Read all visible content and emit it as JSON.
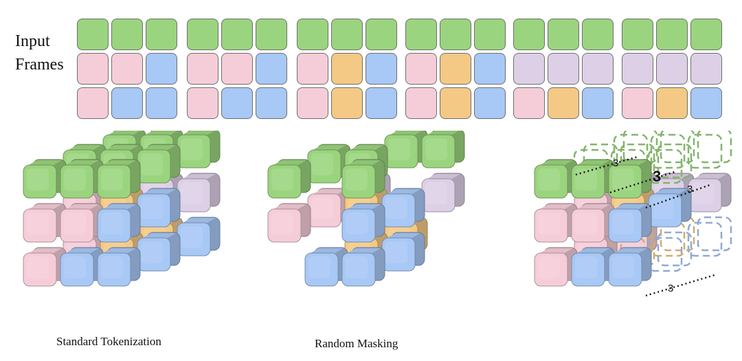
{
  "labels": {
    "line1": "Input",
    "line2": "Frames"
  },
  "colors": {
    "G": "#9bd47e",
    "P": "#f5cdd8",
    "B": "#a8c8f5",
    "O": "#f4c985",
    "L": "#ddd0e6"
  },
  "frames": [
    [
      [
        "G",
        "G",
        "G"
      ],
      [
        "P",
        "P",
        "B"
      ],
      [
        "P",
        "B",
        "B"
      ]
    ],
    [
      [
        "G",
        "G",
        "G"
      ],
      [
        "P",
        "P",
        "B"
      ],
      [
        "P",
        "B",
        "B"
      ]
    ],
    [
      [
        "G",
        "G",
        "G"
      ],
      [
        "P",
        "O",
        "B"
      ],
      [
        "P",
        "O",
        "B"
      ]
    ],
    [
      [
        "G",
        "G",
        "G"
      ],
      [
        "P",
        "O",
        "B"
      ],
      [
        "P",
        "O",
        "B"
      ]
    ],
    [
      [
        "G",
        "G",
        "G"
      ],
      [
        "L",
        "L",
        "L"
      ],
      [
        "P",
        "O",
        "B"
      ]
    ],
    [
      [
        "G",
        "G",
        "G"
      ],
      [
        "L",
        "L",
        "L"
      ],
      [
        "P",
        "O",
        "B"
      ]
    ]
  ],
  "captions": {
    "standard": "Standard Tokenization",
    "random": "Random Masking"
  },
  "annotations": {
    "top_left": "3",
    "top_center": "3",
    "top_right": "3",
    "bottom": "3"
  }
}
